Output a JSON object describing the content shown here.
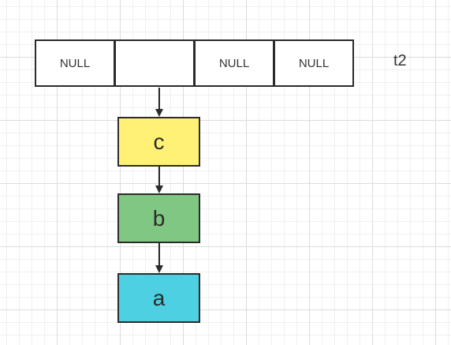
{
  "array": {
    "label": "t2",
    "slots": [
      "NULL",
      "",
      "NULL",
      "NULL"
    ]
  },
  "nodes": [
    {
      "label": "c",
      "color": "#FFF176"
    },
    {
      "label": "b",
      "color": "#81C784"
    },
    {
      "label": "a",
      "color": "#4DD0E1"
    }
  ],
  "colors": {
    "border": "#2b2b2b",
    "arrow": "#2b2b2b"
  }
}
